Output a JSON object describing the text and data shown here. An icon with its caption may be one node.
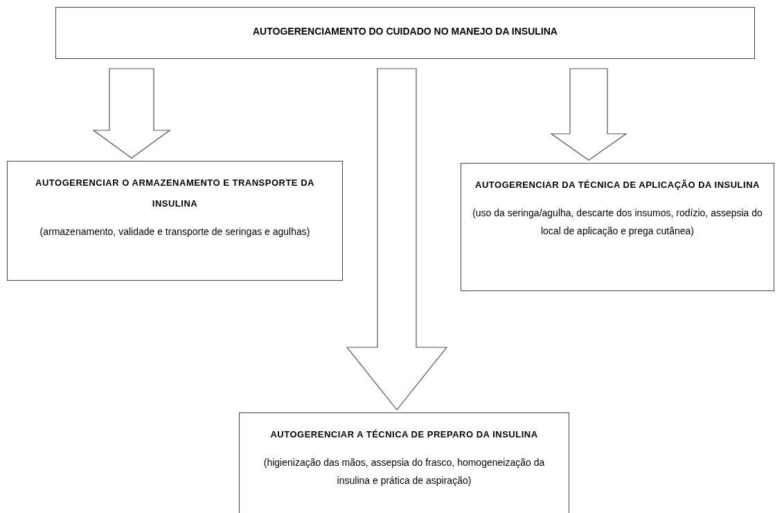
{
  "diagram": {
    "nodes": [
      {
        "text": [
          "AUTOGERENCIAMENTO DO CUIDADO NO MANEJO DA INSULINA"
        ]
      },
      {
        "text": [
          "AUTOGERENCIAR O ARMAZENAMENTO E TRANSPORTE DA INSULINA",
          "(armazenamento, validade e transporte de seringas e agulhas)"
        ]
      },
      {
        "text": [
          "AUTOGERENCIAR DA TÉCNICA DE APLICAÇÃO DA INSULINA",
          "(uso da seringa/agulha, descarte dos insumos, rodízio, assepsia do local de aplicação e prega cutânea)"
        ]
      },
      {
        "text": [
          "AUTOGERENCIAR A TÉCNICA DE PREPARO DA INSULINA",
          "(higienização das mãos, assepsia do frasco, homogeneização da insulina e prática de aspiração)"
        ]
      }
    ],
    "edges": [
      {
        "from": 0,
        "to": 1,
        "arrow": "to"
      },
      {
        "from": 0,
        "to": 3,
        "arrow": "to"
      },
      {
        "from": 0,
        "to": 2,
        "arrow": "to"
      }
    ]
  }
}
